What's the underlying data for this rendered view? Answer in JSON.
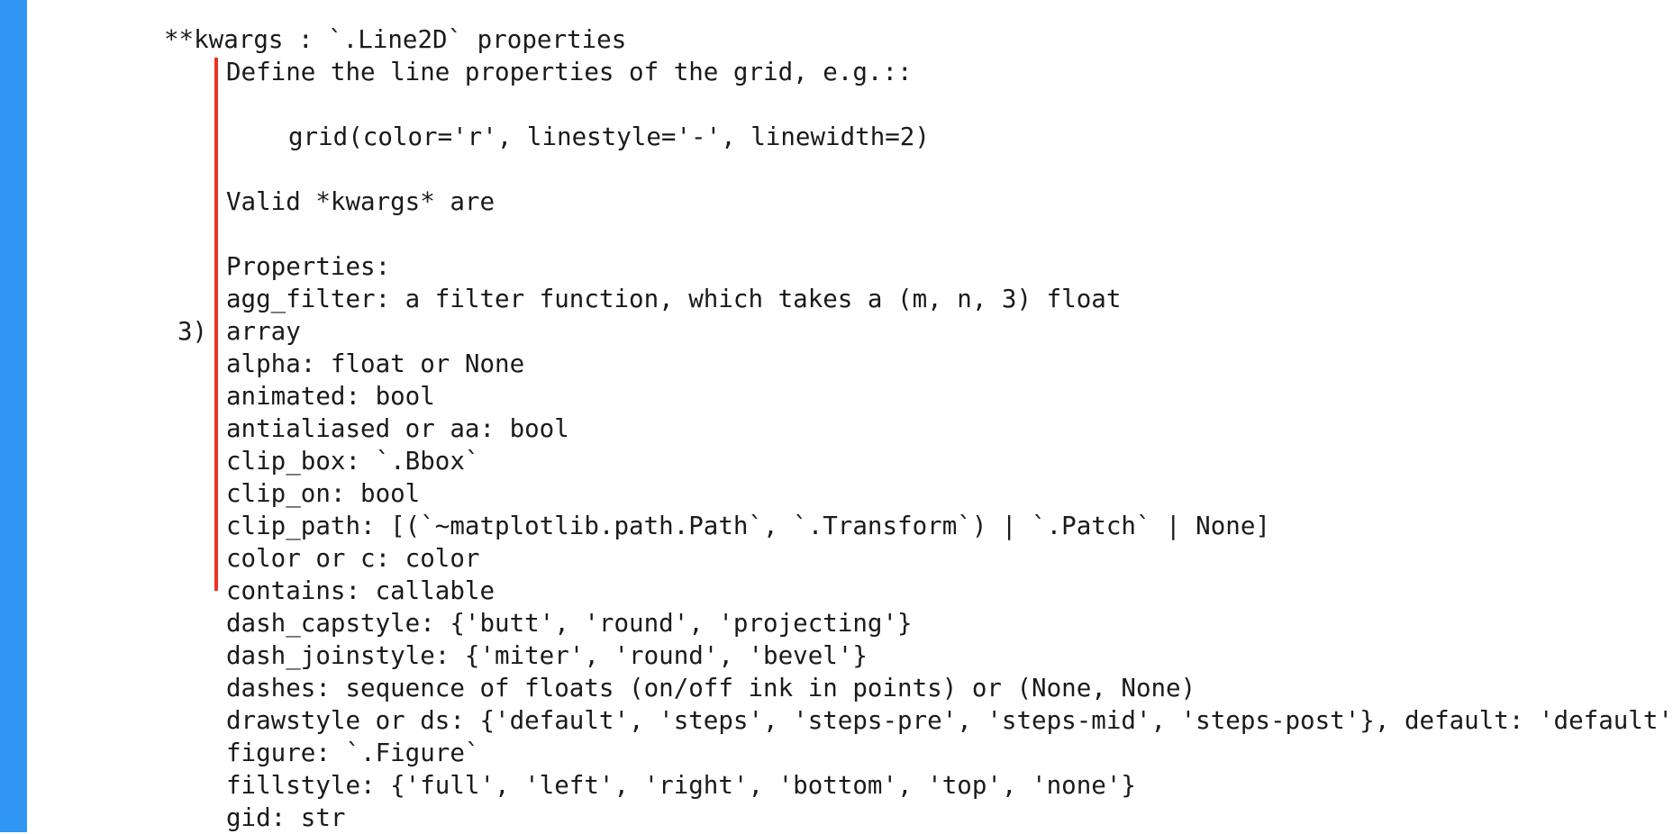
{
  "colors": {
    "accent_bar": "#2f96f3",
    "diff_line": "#ea3323",
    "text": "#1a1a1a",
    "background": "#ffffff"
  },
  "heading": "**kwargs : `.Line2D` properties",
  "line_marker": "3)",
  "lines": [
    {
      "text": "Define the line properties of the grid, e.g.::",
      "indent": 0
    },
    {
      "text": "",
      "indent": 0
    },
    {
      "text": "grid(color='r', linestyle='-', linewidth=2)",
      "indent": 1
    },
    {
      "text": "",
      "indent": 0
    },
    {
      "text": "Valid *kwargs* are",
      "indent": 0
    },
    {
      "text": "",
      "indent": 0
    },
    {
      "text": "Properties:",
      "indent": 0
    },
    {
      "text": "agg_filter: a filter function, which takes a (m, n, 3) float",
      "indent": 0
    },
    {
      "text": "array",
      "indent": 0
    },
    {
      "text": "alpha: float or None",
      "indent": 0
    },
    {
      "text": "animated: bool",
      "indent": 0
    },
    {
      "text": "antialiased or aa: bool",
      "indent": 0
    },
    {
      "text": "clip_box: `.Bbox`",
      "indent": 0
    },
    {
      "text": "clip_on: bool",
      "indent": 0
    },
    {
      "text": "clip_path: [(`~matplotlib.path.Path`, `.Transform`) | `.Patch` | None]",
      "indent": 0
    },
    {
      "text": "color or c: color",
      "indent": 0
    },
    {
      "text": "contains: callable",
      "indent": 0
    },
    {
      "text": "dash_capstyle: {'butt', 'round', 'projecting'}",
      "indent": 0
    },
    {
      "text": "dash_joinstyle: {'miter', 'round', 'bevel'}",
      "indent": 0
    },
    {
      "text": "dashes: sequence of floats (on/off ink in points) or (None, None)",
      "indent": 0
    },
    {
      "text": "drawstyle or ds: {'default', 'steps', 'steps-pre', 'steps-mid', 'steps-post'}, default: 'default'",
      "indent": 0
    },
    {
      "text": "figure: `.Figure`",
      "indent": 0
    },
    {
      "text": "fillstyle: {'full', 'left', 'right', 'bottom', 'top', 'none'}",
      "indent": 0
    },
    {
      "text": "gid: str",
      "indent": 0
    }
  ]
}
